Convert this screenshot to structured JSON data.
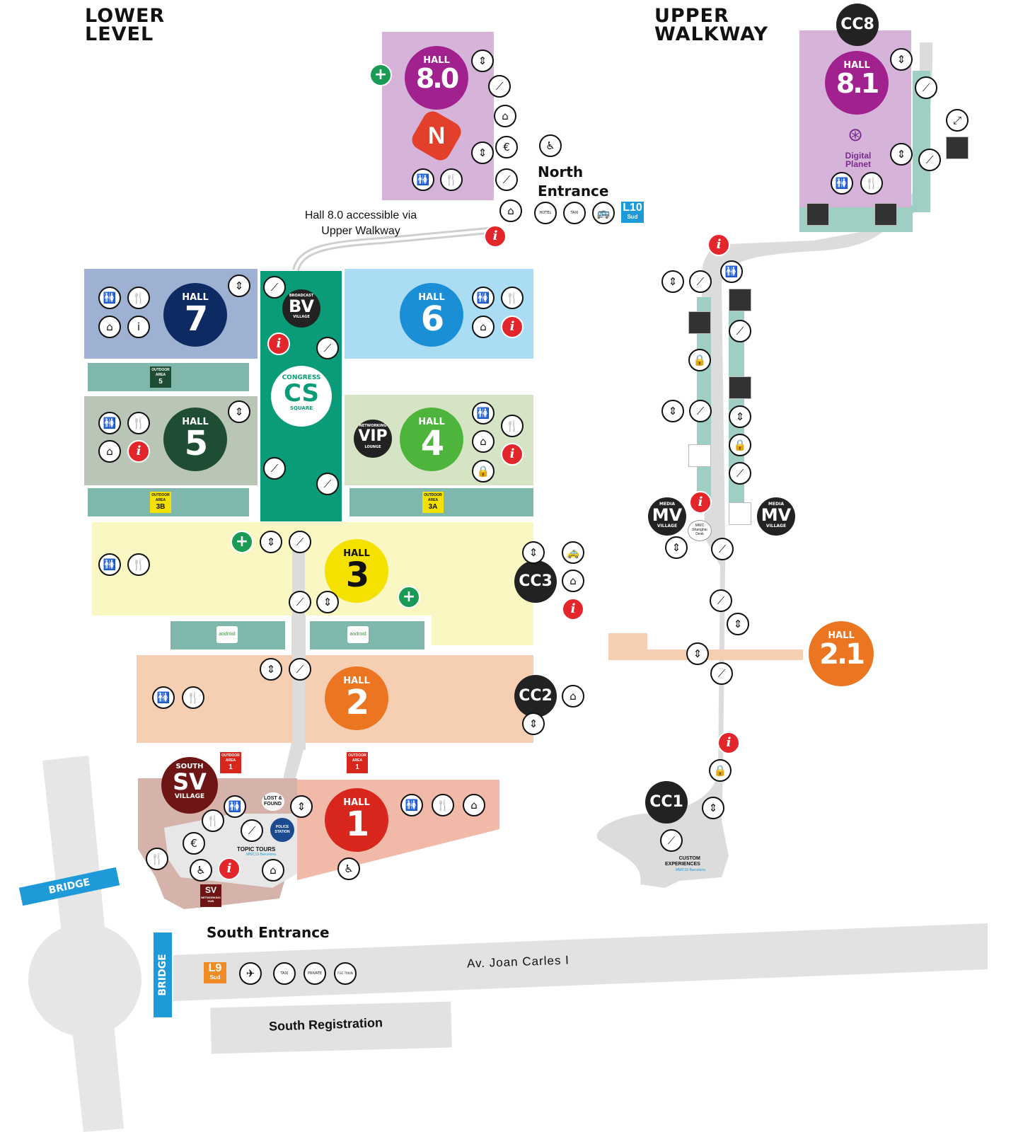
{
  "titles": {
    "lower_level": "LOWER\nLEVEL",
    "upper_walkway": "UPPER\nWALKWAY"
  },
  "colors": {
    "hall8": "#d6b3d9",
    "hall7": "#9fb1d2",
    "hall6": "#aadcf4",
    "hall5": "#b9c6b5",
    "hall4": "#d4e4c4",
    "hall3": "#faf7c3",
    "hall2": "#f6cfb2",
    "hall1": "#f1b9a8",
    "cs": "#0a9b78",
    "outdoor": "#7fb7ad",
    "walkway": "#dcdcdc",
    "info": "#e3262b",
    "firstaid": "#1a9a55"
  },
  "halls": {
    "h8_0": {
      "label": "HALL",
      "num": "8.0"
    },
    "h8_1": {
      "label": "HALL",
      "num": "8.1"
    },
    "h7": {
      "label": "HALL",
      "num": "7"
    },
    "h6": {
      "label": "HALL",
      "num": "6"
    },
    "h5": {
      "label": "HALL",
      "num": "5"
    },
    "h4": {
      "label": "HALL",
      "num": "4"
    },
    "h3": {
      "label": "HALL",
      "num": "3"
    },
    "h2": {
      "label": "HALL",
      "num": "2"
    },
    "h2_1": {
      "label": "HALL",
      "num": "2.1"
    },
    "h1": {
      "label": "HALL",
      "num": "1"
    }
  },
  "villages": {
    "bv": {
      "top": "BROADCAST",
      "code": "BV",
      "bottom": "VILLAGE"
    },
    "cs": {
      "top": "CONGRESS",
      "code": "CS",
      "bottom": "SQUARE"
    },
    "vip": {
      "top": "NETWORKING",
      "code": "VIP",
      "bottom": "LOUNGE"
    },
    "sv": {
      "top": "SOUTH",
      "code": "SV",
      "bottom": "VILLAGE"
    },
    "mv": {
      "top": "MEDIA",
      "code": "MV",
      "bottom": "VILLAGE"
    },
    "sv_hub": {
      "code": "SV",
      "bottom": "NETWORKING HUB"
    }
  },
  "cc": {
    "cc8": "CC8",
    "cc3": "CC3",
    "cc2": "CC2",
    "cc1": "CC1"
  },
  "outdoor": {
    "a5": {
      "line": "OUTDOOR AREA",
      "num": "5"
    },
    "a3b": {
      "line": "OUTDOOR AREA",
      "num": "3B"
    },
    "a3a": {
      "line": "OUTDOOR AREA",
      "num": "3A"
    },
    "a1l": {
      "line": "OUTDOOR AREA",
      "num": "1"
    },
    "a1r": {
      "line": "OUTDOOR AREA",
      "num": "1"
    }
  },
  "labels": {
    "north_entrance": "North\nEntrance",
    "hall8_access": "Hall 8.0 accessible via\nUpper Walkway",
    "south_entrance": "South Entrance",
    "avenue": "Av. Joan Carles I",
    "south_registration": "South Registration",
    "bridge": "BRIDGE",
    "digital_planet": "Digital\nPlanet",
    "lost_found": "LOST &\nFOUND",
    "police": "POLICE\nSTATION",
    "topic_tours": "TOPIC TOURS",
    "topic_sub": "MWC19 Barcelona",
    "custom_exp": "CUSTOM\nEXPERIENCES",
    "custom_sub": "MWC19 Barcelona",
    "mwc_shanghai": "MWC\nShanghai\nDesk",
    "l10": "L10",
    "l9": "L9",
    "sud": "Sud",
    "hotel": "HOTEL",
    "taxi": "TAXI",
    "fgc_train": "FGC TRAIN",
    "private": "PRIVATE",
    "android": "android"
  },
  "icons": {
    "toilet": "🚻",
    "food": "🍴",
    "coat": "⌂",
    "info": "i",
    "lift": "⇕",
    "escalator": "⟋",
    "first_aid": "+",
    "euro": "€",
    "accessible": "♿",
    "lock": "🔒",
    "bus": "🚌",
    "plane": "✈",
    "taxi": "🚕",
    "stairs": "⤢"
  }
}
